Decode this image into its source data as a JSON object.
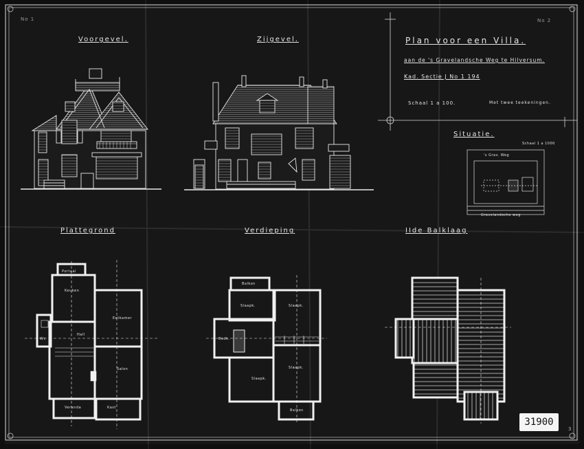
{
  "sheet": {
    "sheet_no_left": "No 1",
    "sheet_no_right": "No 2",
    "archive_number": "31900",
    "corner_mark": "3"
  },
  "elevations": {
    "front_label": "Voorgevel.",
    "side_label": "Zijgevel."
  },
  "title_block": {
    "title": "Plan voor een Villa.",
    "location": "aan de 's Gravelandsche Weg te Hilversum.",
    "cadastre": "Kad. Sectie J  No 1 194",
    "scale": "Schaal 1 a 100.",
    "drawings": "Met twee teekeningen."
  },
  "situation": {
    "label": "Situatie.",
    "scale": "Schaal 1 a 1000",
    "road_top": "'s Grav. Weg",
    "road_bottom": "Gravelandsche weg"
  },
  "plans": {
    "ground_label": "Plattegrond",
    "upper_label": "Verdieping",
    "beam_label": "IIde Balklaag",
    "rooms_ground": [
      "Keuken",
      "Hall",
      "Wc",
      "Eetkamer",
      "Salon",
      "Veranda",
      "Kast",
      "Portaal"
    ],
    "rooms_upper": [
      "Balkon",
      "Slaapk.",
      "Slaapk.",
      "Badk.",
      "Slaapk.",
      "Slaapk.",
      "Balkon"
    ]
  }
}
